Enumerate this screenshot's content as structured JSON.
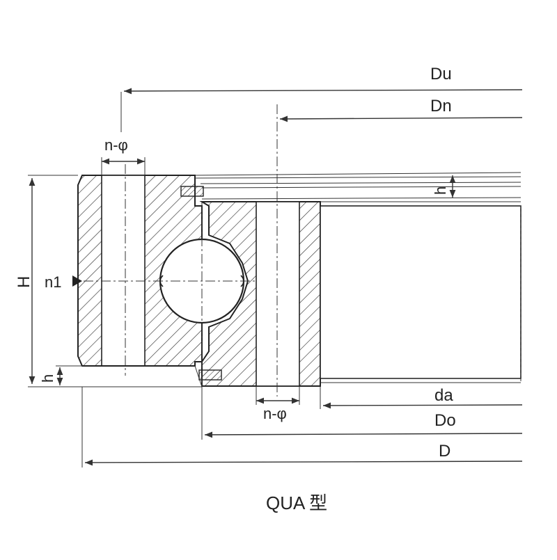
{
  "labels": {
    "du": "Du",
    "dn": "Dn",
    "h_top": "h",
    "n_phi_top": "n-φ",
    "H": "H",
    "n1": "n1",
    "h_bottom": "h",
    "n_phi_bottom": "n-φ",
    "da": "da",
    "do": "Do",
    "d": "D"
  },
  "caption": "QUA 型",
  "colors": {
    "ink": "#222222",
    "background": "#ffffff"
  }
}
